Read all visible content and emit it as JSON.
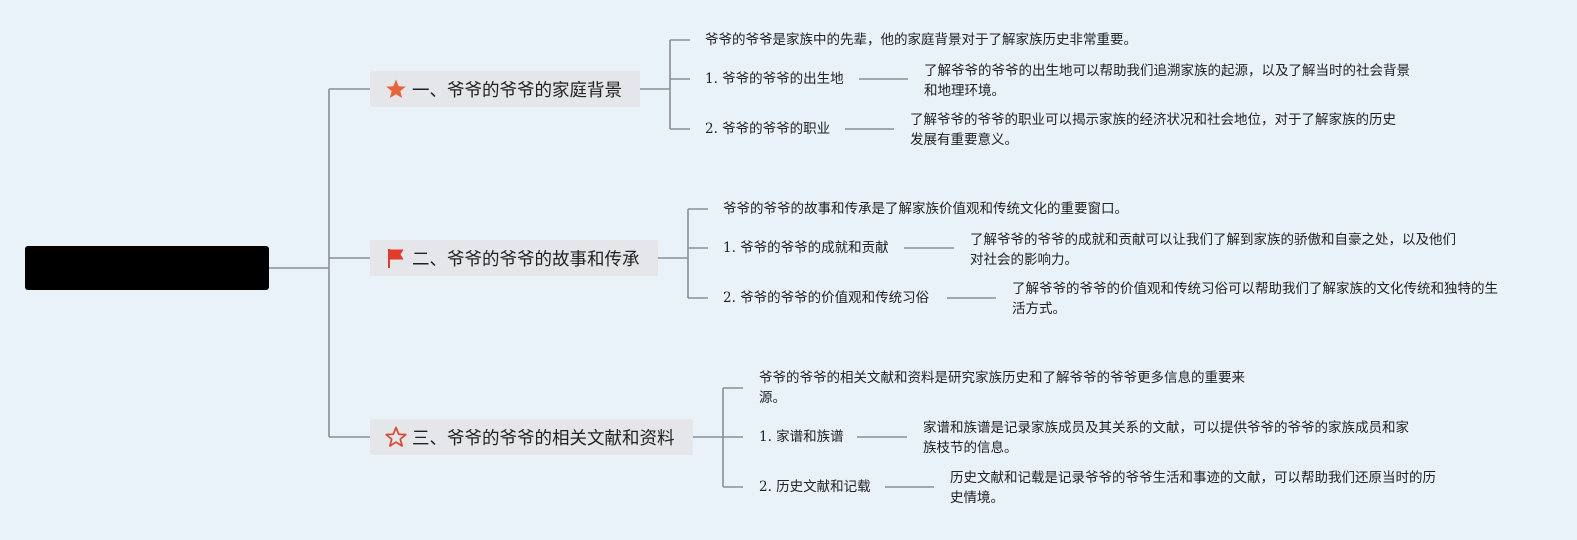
{
  "root": {
    "label": ""
  },
  "branches": [
    {
      "icon": "star-filled-icon",
      "title": "一、爷爷的爷爷的家庭背景",
      "summary": "爷爷的爷爷是家族中的先辈，他的家庭背景对于了解家族历史非常重要。",
      "items": [
        {
          "label": "1. 爷爷的爷爷的出生地",
          "detail": "了解爷爷的爷爷的出生地可以帮助我们追溯家族的起源，以及了解当时的社会背景和地理环境。"
        },
        {
          "label": "2. 爷爷的爷爷的职业",
          "detail": "了解爷爷的爷爷的职业可以揭示家族的经济状况和社会地位，对于了解家族的历史发展有重要意义。"
        }
      ]
    },
    {
      "icon": "flag-icon",
      "title": "二、爷爷的爷爷的故事和传承",
      "summary": "爷爷的爷爷的故事和传承是了解家族价值观和传统文化的重要窗口。",
      "items": [
        {
          "label": "1. 爷爷的爷爷的成就和贡献",
          "detail": "了解爷爷的爷爷的成就和贡献可以让我们了解到家族的骄傲和自豪之处，以及他们对社会的影响力。"
        },
        {
          "label": "2. 爷爷的爷爷的价值观和传统习俗",
          "detail": "了解爷爷的爷爷的价值观和传统习俗可以帮助我们了解家族的文化传统和独特的生活方式。"
        }
      ]
    },
    {
      "icon": "star-outline-icon",
      "title": "三、爷爷的爷爷的相关文献和资料",
      "summary": "爷爷的爷爷的相关文献和资料是研究家族历史和了解爷爷的爷爷更多信息的重要来源。",
      "items": [
        {
          "label": "1. 家谱和族谱",
          "detail": "家谱和族谱是记录家族成员及其关系的文献，可以提供爷爷的爷爷的家族成员和家族枝节的信息。"
        },
        {
          "label": "2. 历史文献和记载",
          "detail": "历史文献和记载是记录爷爷的爷爷生活和事迹的文献，可以帮助我们还原当时的历史情境。"
        }
      ]
    }
  ],
  "colors": {
    "background": "#e9f1f9",
    "connector": "#8a8f95",
    "topic_fill": "#e4e6ea",
    "star_filled": "#e8623a",
    "flag": "#e23b2a",
    "star_outline": "#e0452f"
  }
}
